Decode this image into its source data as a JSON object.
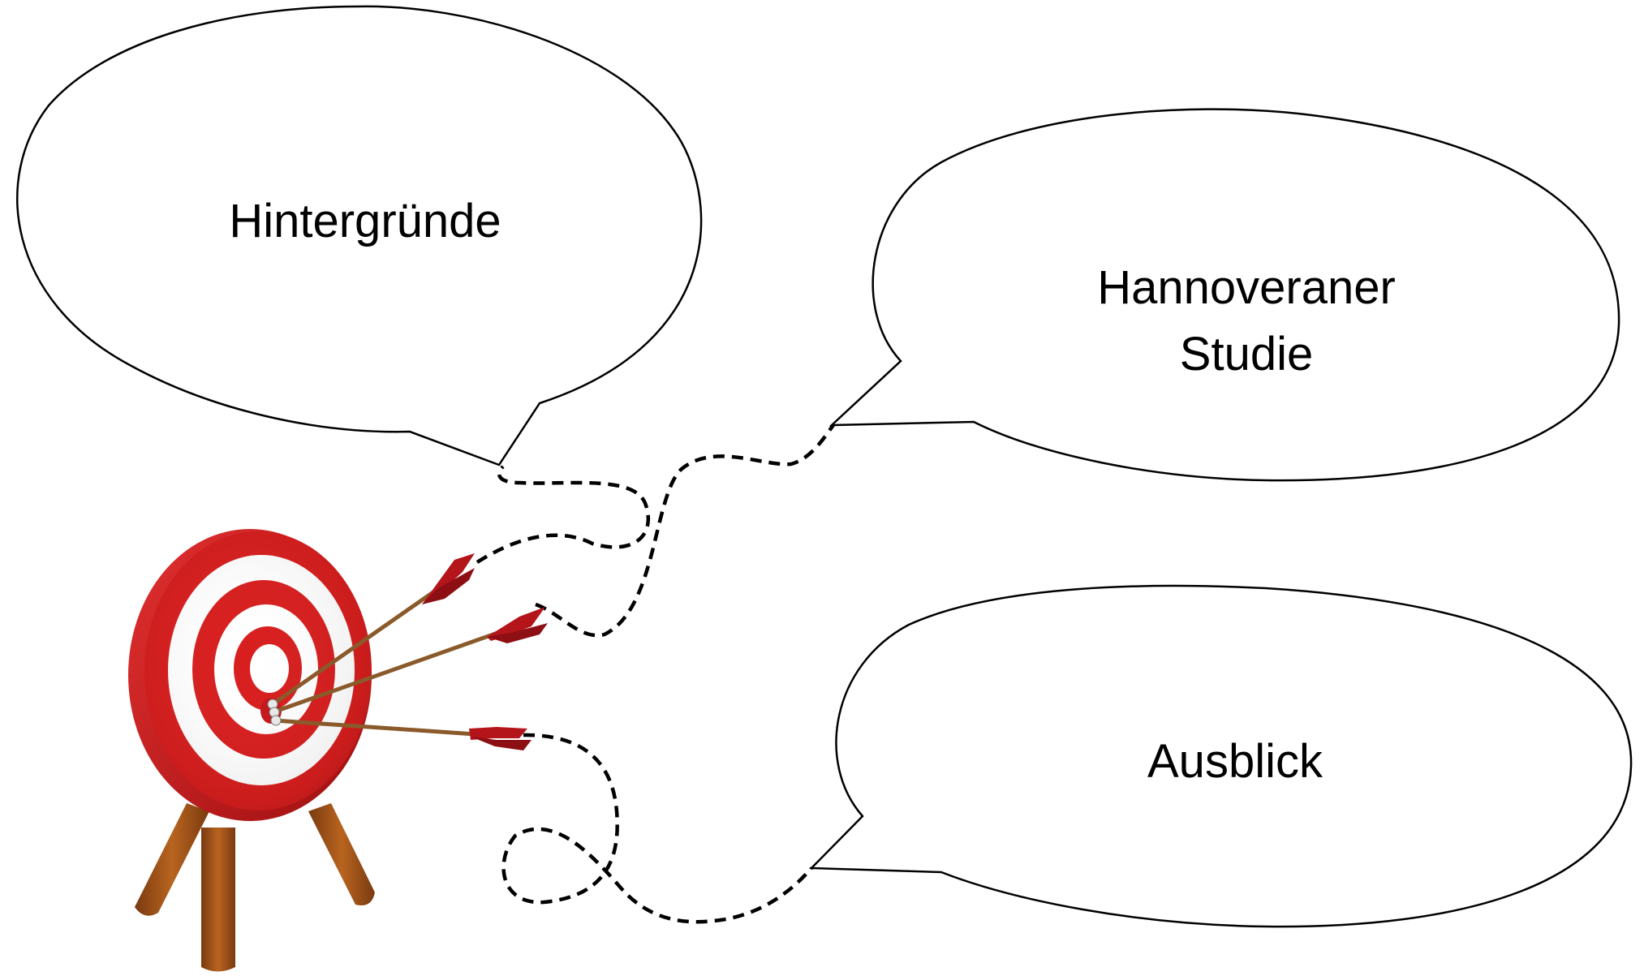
{
  "bubbles": {
    "background": {
      "text": "Hintergründe"
    },
    "study": {
      "line1": "Hannoveraner",
      "line2": "Studie"
    },
    "outlook": {
      "text": "Ausblick"
    }
  },
  "colors": {
    "target_red": "#d81e1e",
    "target_white": "#ffffff",
    "stand_wood": "#a0521b",
    "arrow_shaft": "#8a5a2b",
    "fletching_red": "#b3151b",
    "outline": "#000000"
  },
  "icons": {
    "target": "archery-target-icon",
    "arrow": "arrow-icon"
  }
}
